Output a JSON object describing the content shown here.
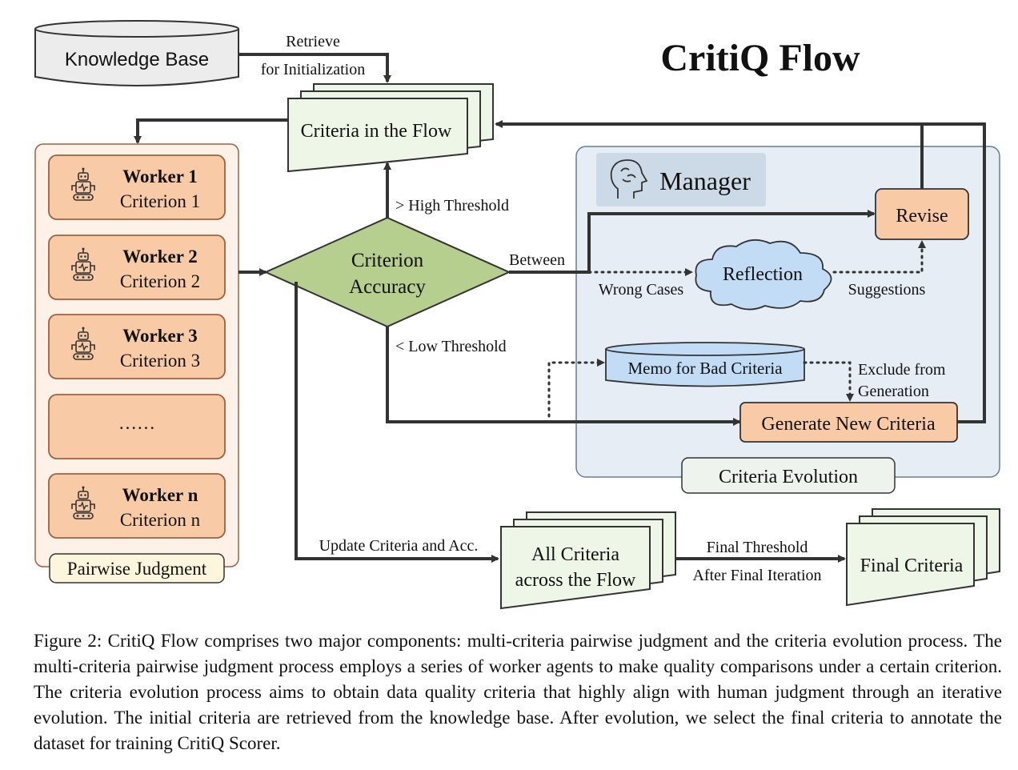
{
  "title": "CritiQ Flow",
  "knowledge_base": "Knowledge Base",
  "retrieve_label_1": "Retrieve",
  "retrieve_label_2": "for Initialization",
  "criteria_in_flow": "Criteria in the Flow",
  "workers": [
    {
      "worker": "Worker 1",
      "criterion": "Criterion 1"
    },
    {
      "worker": "Worker 2",
      "criterion": "Criterion 2"
    },
    {
      "worker": "Worker 3",
      "criterion": "Criterion 3"
    },
    {
      "worker": "Worker n",
      "criterion": "Criterion n"
    }
  ],
  "ellipsis": "……",
  "pairwise_judgment": "Pairwise Judgment",
  "criterion_accuracy_1": "Criterion",
  "criterion_accuracy_2": "Accuracy",
  "high_threshold": "> High Threshold",
  "low_threshold": "< Low Threshold",
  "between": "Between",
  "wrong_cases": "Wrong Cases",
  "reflection": "Reflection",
  "suggestions": "Suggestions",
  "manager": "Manager",
  "revise": "Revise",
  "memo_bad_criteria": "Memo for Bad Criteria",
  "exclude_1": "Exclude from",
  "exclude_2": "Generation",
  "generate_new_criteria": "Generate New Criteria",
  "criteria_evolution": "Criteria Evolution",
  "update_criteria": "Update Criteria and Acc.",
  "all_criteria_1": "All Criteria",
  "all_criteria_2": "across the Flow",
  "final_threshold": "Final Threshold",
  "after_final_iteration": "After Final Iteration",
  "final_criteria": "Final Criteria",
  "caption": "Figure 2: CritiQ Flow comprises two major components: multi-criteria pairwise judgment and the criteria evolution process. The multi-criteria pairwise judgment process employs a series of worker agents to make quality comparisons under a certain criterion. The criteria evolution process aims to obtain data quality criteria that highly align with human judgment through an iterative evolution. The initial criteria are retrieved from the knowledge base. After evolution, we select the final criteria to annotate the dataset for training CritiQ Scorer.",
  "colors": {
    "worker_fill": "#f8cba6",
    "worker_panel": "#fdf1e8",
    "doc_fill": "#eef6e8",
    "diamond_fill": "#b7cf8e",
    "manager_panel": "#e6edf5",
    "cloud_fill": "#c2dcf5",
    "line": "#333333"
  }
}
